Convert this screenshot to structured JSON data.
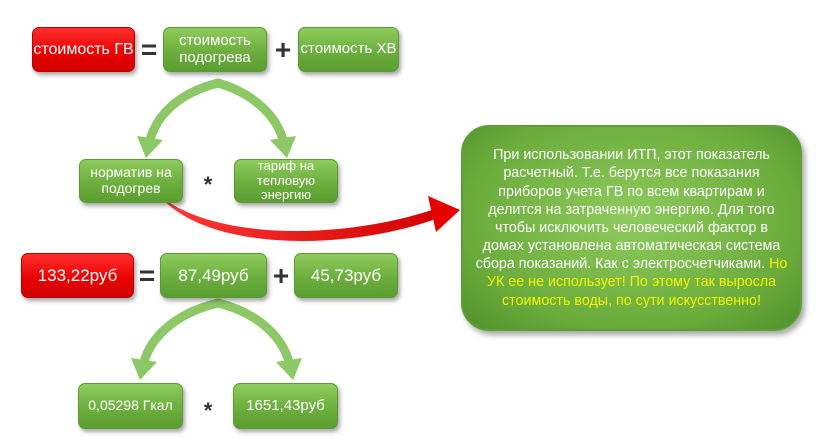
{
  "formula": {
    "total_cost": "стоимость ГВ",
    "heating_cost": "стоимость подогрева",
    "cold_water_cost": "стоимость ХВ",
    "equals": "=",
    "plus": "+",
    "heating_norm": "норматив на подогрев",
    "multiply": "*",
    "heat_tariff": "тариф на тепловую энергию"
  },
  "values": {
    "total_cost": "133,22руб",
    "heating_cost": "87,49руб",
    "cold_water_cost": "45,73руб",
    "equals": "=",
    "plus": "+",
    "heating_norm": "0,05298 Гкал",
    "multiply": "*",
    "heat_tariff": "1651,43руб"
  },
  "callout": {
    "text_main": "При использовании ИТП, этот показатель расчетный. Т.е. берутся все показания приборов учета ГВ по всем квартирам и делится на затраченную энергию. Для того чтобы исключить человеческий фактор в домах установлена автоматическая система сбора показаний. Как с электросчетчиками.",
    "text_highlight": "Но УК ее не использует! По этому так выросла стоимость воды, по сути искусственно!"
  },
  "colors": {
    "green_box": "#6caf3e",
    "red_box": "#e80000",
    "arrow_green": "#8cc865",
    "arrow_red": "#e60000",
    "highlight_text": "#f5f500"
  }
}
